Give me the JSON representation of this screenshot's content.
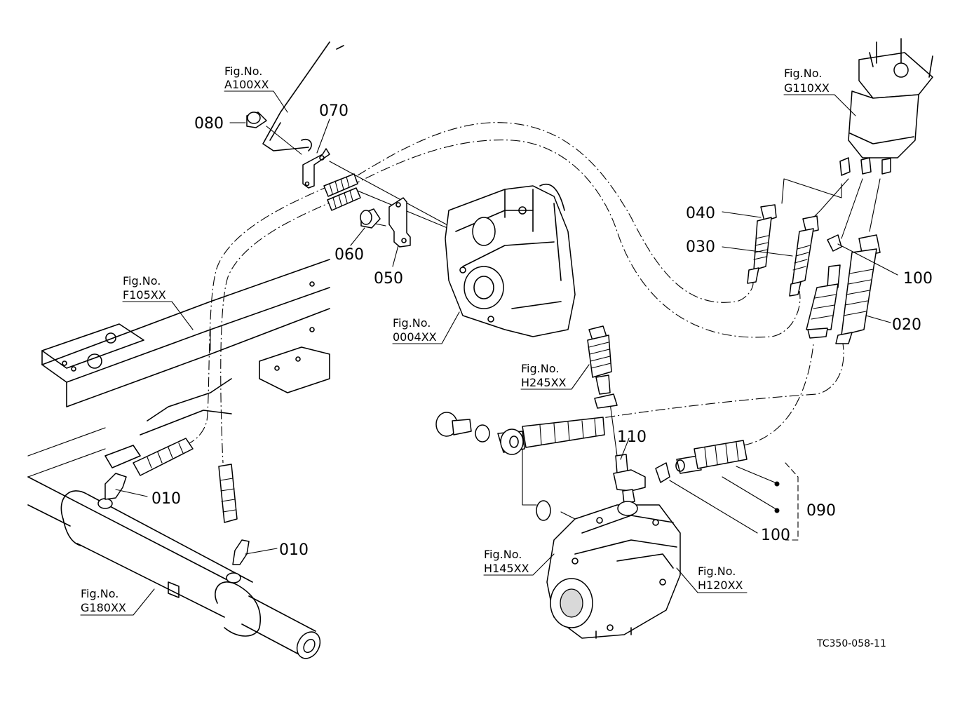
{
  "figure_refs": {
    "a100": {
      "line1": "Fig.No.",
      "line2": "A100XX"
    },
    "g110": {
      "line1": "Fig.No.",
      "line2": "G110XX"
    },
    "f105": {
      "line1": "Fig.No.",
      "line2": "F105XX"
    },
    "f0004": {
      "line1": "Fig.No.",
      "line2": "0004XX"
    },
    "h245": {
      "line1": "Fig.No.",
      "line2": "H245XX"
    },
    "h145": {
      "line1": "Fig.No.",
      "line2": "H145XX"
    },
    "h120": {
      "line1": "Fig.No.",
      "line2": "H120XX"
    },
    "g180": {
      "line1": "Fig.No.",
      "line2": "G180XX"
    }
  },
  "part_labels": {
    "p080": "080",
    "p070": "070",
    "p060": "060",
    "p050": "050",
    "p040": "040",
    "p030": "030",
    "p100_top": "100",
    "p020": "020",
    "p010_left": "010",
    "p010_bottom": "010",
    "p110": "110",
    "p090": "090",
    "p100_bottom": "100"
  },
  "drawing_code": "TC350-058-11"
}
